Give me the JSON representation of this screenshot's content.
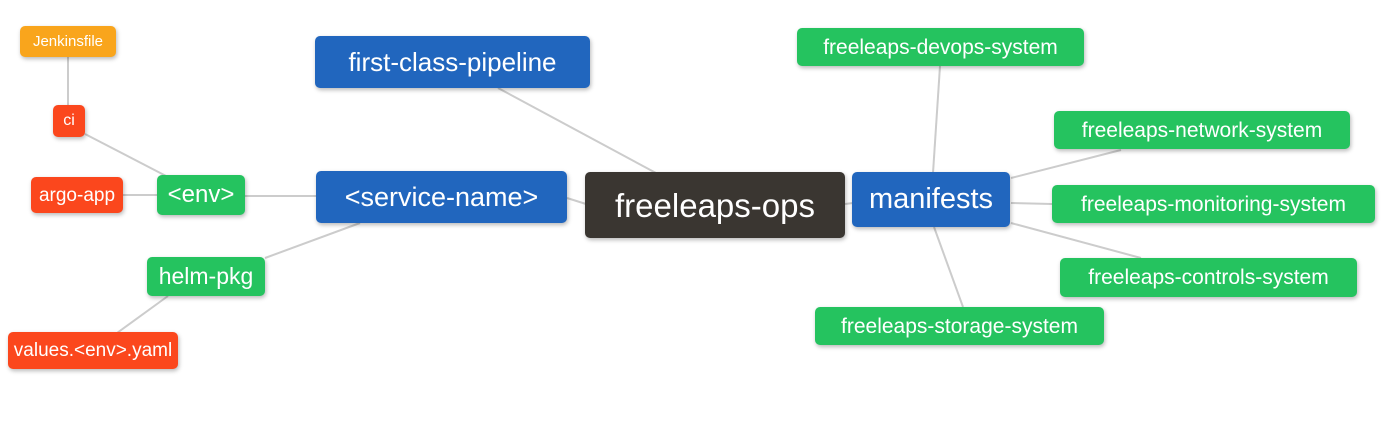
{
  "diagram": {
    "type": "mindmap",
    "root": "freeleaps-ops"
  },
  "colors": {
    "canvas_bg": "#FFFFFF",
    "root_bg": "#3A3631",
    "branch_bg": "#2166BE",
    "sub_branch_bg": "#25C35F",
    "leaf_red_bg": "#FB471D",
    "leaf_orange_bg": "#F9A51C",
    "node_text": "#FFFFFF",
    "edge": "#CCCCCC"
  },
  "nodes": {
    "freeleaps_ops": {
      "label": "freeleaps-ops",
      "level": "root"
    },
    "first_class_pipeline": {
      "label": "first-class-pipeline",
      "level": "branch"
    },
    "service_name": {
      "label": "<service-name>",
      "level": "branch"
    },
    "manifests": {
      "label": "manifests",
      "level": "branch"
    },
    "env": {
      "label": "<env>",
      "level": "sub-branch"
    },
    "helm_pkg": {
      "label": "helm-pkg",
      "level": "sub-branch"
    },
    "ci": {
      "label": "ci",
      "level": "leaf"
    },
    "jenkinsfile": {
      "label": "Jenkinsfile",
      "level": "leaf"
    },
    "argo_app": {
      "label": "argo-app",
      "level": "leaf"
    },
    "values_env_yaml": {
      "label": "values.<env>.yaml",
      "level": "leaf"
    },
    "freeleaps_devops_system": {
      "label": "freeleaps-devops-system",
      "level": "sub-branch"
    },
    "freeleaps_network_system": {
      "label": "freeleaps-network-system",
      "level": "sub-branch"
    },
    "freeleaps_monitoring_system": {
      "label": "freeleaps-monitoring-system",
      "level": "sub-branch"
    },
    "freeleaps_controls_system": {
      "label": "freeleaps-controls-system",
      "level": "sub-branch"
    },
    "freeleaps_storage_system": {
      "label": "freeleaps-storage-system",
      "level": "sub-branch"
    }
  },
  "edges": [
    {
      "from": "jenkinsfile",
      "to": "ci"
    },
    {
      "from": "ci",
      "to": "env"
    },
    {
      "from": "argo_app",
      "to": "env"
    },
    {
      "from": "env",
      "to": "service_name"
    },
    {
      "from": "helm_pkg",
      "to": "service_name"
    },
    {
      "from": "values_env_yaml",
      "to": "helm_pkg"
    },
    {
      "from": "service_name",
      "to": "freeleaps_ops"
    },
    {
      "from": "first_class_pipeline",
      "to": "freeleaps_ops"
    },
    {
      "from": "freeleaps_ops",
      "to": "manifests"
    },
    {
      "from": "manifests",
      "to": "freeleaps_devops_system"
    },
    {
      "from": "manifests",
      "to": "freeleaps_network_system"
    },
    {
      "from": "manifests",
      "to": "freeleaps_monitoring_system"
    },
    {
      "from": "manifests",
      "to": "freeleaps_controls_system"
    },
    {
      "from": "manifests",
      "to": "freeleaps_storage_system"
    }
  ]
}
